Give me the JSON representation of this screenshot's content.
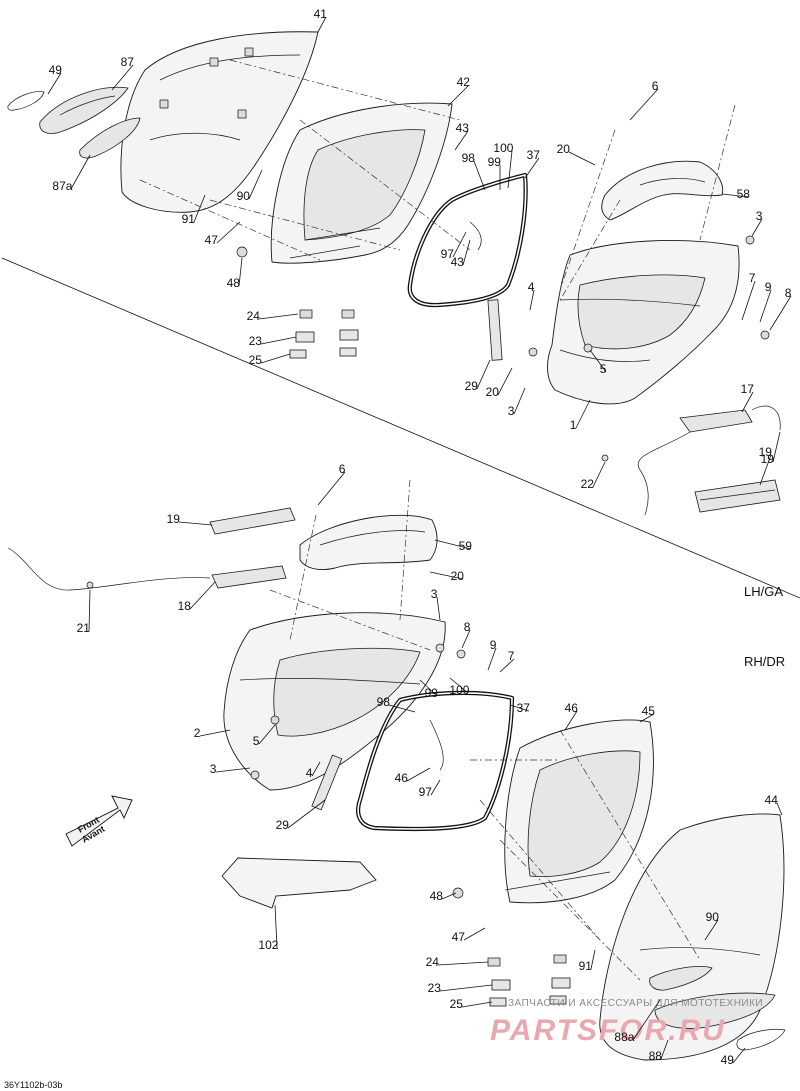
{
  "diagram": {
    "side_labels": {
      "upper": "LH/GA",
      "lower": "RH/DR"
    },
    "front_arrow": {
      "line1": "Front",
      "line2": "Avant"
    },
    "drawing_code": "36Y1102b-03b",
    "watermark": {
      "line1": "ЗАПЧАСТИ И АКСЕССУАРЫ ДЛЯ МОТОТЕХНИКИ",
      "line2": "PARTSFOR.RU"
    },
    "callouts_upper": [
      "41",
      "49",
      "87",
      "87a",
      "42",
      "43",
      "90",
      "91",
      "47",
      "48",
      "98",
      "100",
      "99",
      "37",
      "97",
      "43",
      "24",
      "23",
      "25",
      "6",
      "20",
      "58",
      "3",
      "4",
      "7",
      "9",
      "8",
      "5",
      "29",
      "20",
      "3",
      "1",
      "17",
      "19",
      "22",
      "19"
    ],
    "callouts_lower": [
      "6",
      "19",
      "59",
      "18",
      "20",
      "21",
      "3",
      "8",
      "9",
      "7",
      "2",
      "99",
      "100",
      "98",
      "37",
      "46",
      "45",
      "5",
      "3",
      "4",
      "46",
      "97",
      "29",
      "44",
      "102",
      "48",
      "47",
      "90",
      "24",
      "91",
      "23",
      "25",
      "88a",
      "88",
      "49"
    ]
  }
}
